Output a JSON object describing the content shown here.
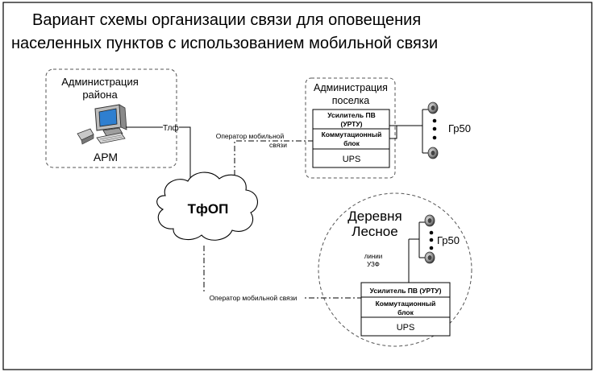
{
  "title": {
    "line1": "Вариант схемы организации связи для оповещения",
    "line2": "населенных пунктов с использованием мобильной связи"
  },
  "district_admin": {
    "label_line1": "Администрация",
    "label_line2": "района",
    "workstation": "АРМ",
    "link_label": "Тлф"
  },
  "network": {
    "label": "ТфОП"
  },
  "village_admin": {
    "label_line1": "Администрация",
    "label_line2": "поселка",
    "amplifier": {
      "line1": "Усилитель ПВ",
      "line2": "(УРТУ)"
    },
    "switch_block": {
      "line1": "Коммутационный",
      "line2": "блок"
    },
    "ups": "UPS",
    "mobile_operator": {
      "line1": "Оператор мобильной",
      "line2": "связи"
    },
    "speaker_group": "Гр50"
  },
  "forest_village": {
    "label_line1": "Деревня",
    "label_line2": "Лесное",
    "amplifier": "Усилитель ПВ (УРТУ)",
    "switch_block": {
      "line1": "Коммутационный",
      "line2": "блок"
    },
    "ups": "UPS",
    "line_label": {
      "line1": "линии",
      "line2": "УЗФ"
    },
    "mobile_operator": "Оператор мобильной связи",
    "speaker_group": "Гр50"
  }
}
